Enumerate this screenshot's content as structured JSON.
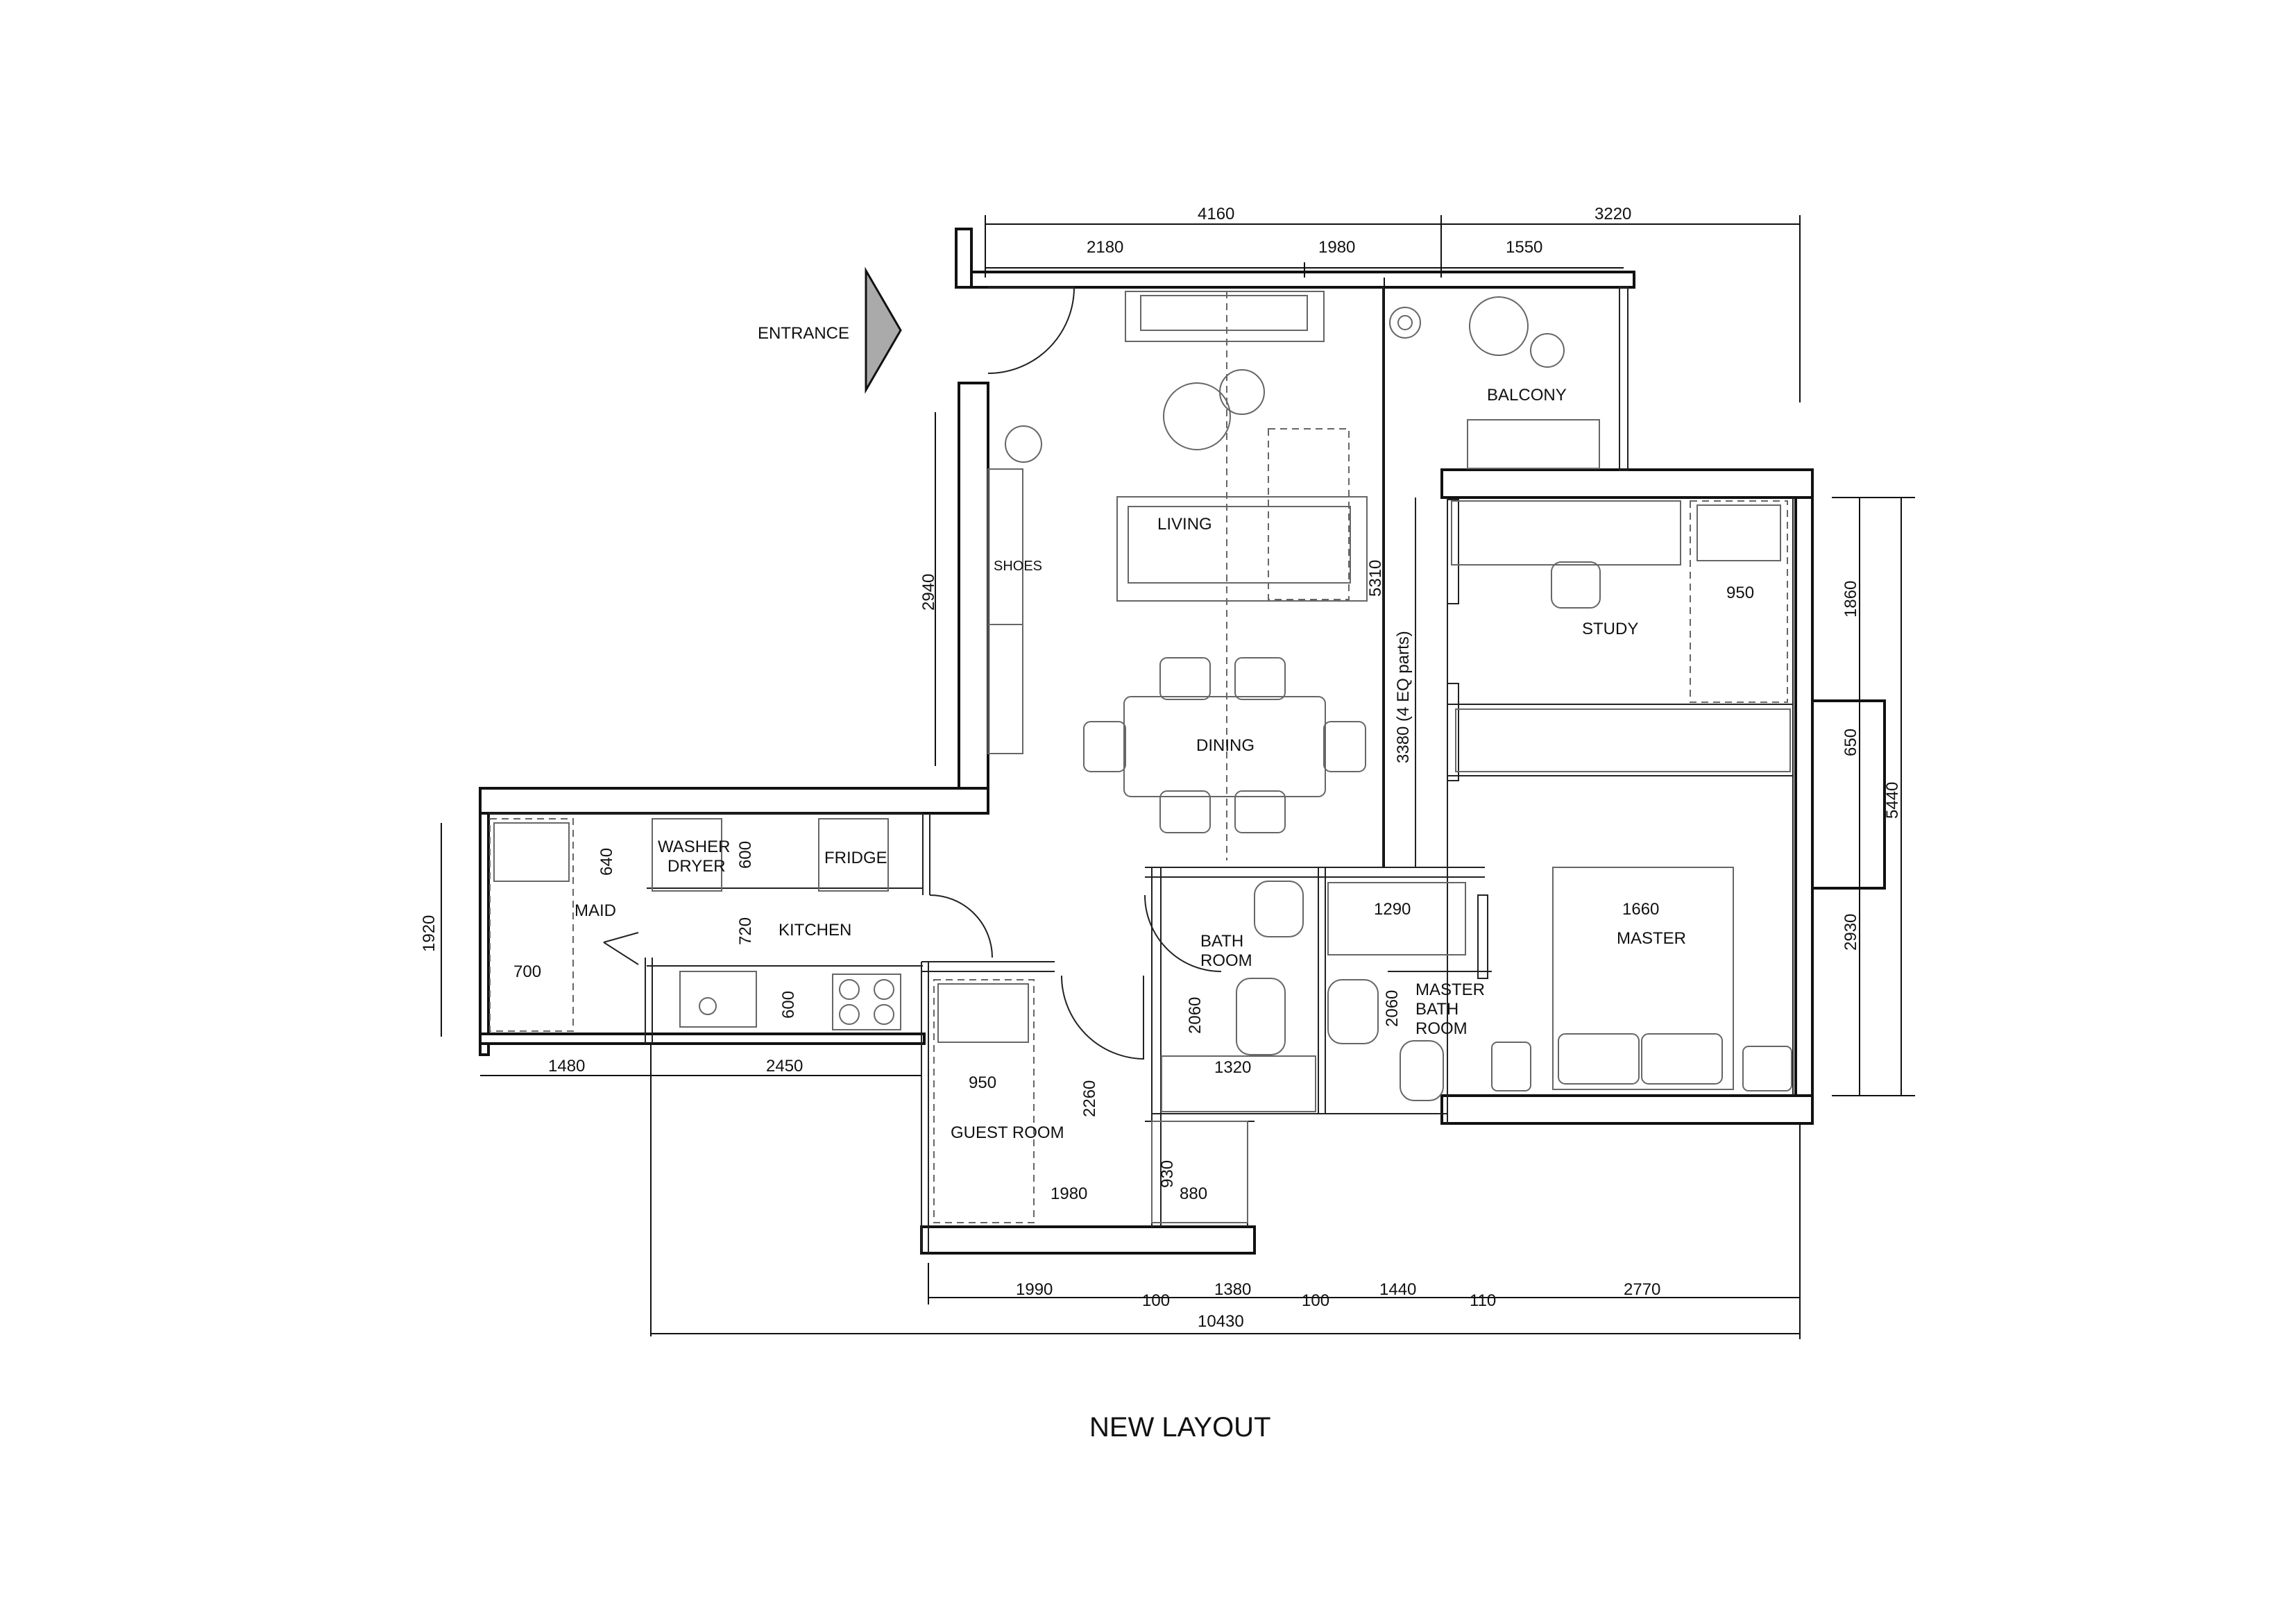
{
  "title": "NEW LAYOUT",
  "entrance_label": "ENTRANCE",
  "rooms": {
    "balcony": "BALCONY",
    "living": "LIVING",
    "dining": "DINING",
    "shoes": "SHOES",
    "study": "STUDY",
    "master": "MASTER",
    "master_bath_1": "MASTER",
    "master_bath_2": "BATH",
    "master_bath_3": "ROOM",
    "bath_1": "BATH",
    "bath_2": "ROOM",
    "guest_room": "GUEST ROOM",
    "kitchen": "KITCHEN",
    "maid": "MAID",
    "washer_1": "WASHER",
    "washer_2": "DRYER",
    "fridge": "FRIDGE"
  },
  "dimensions": {
    "top_4160": "4160",
    "top_3220": "3220",
    "top_2180": "2180",
    "top_1980": "1980",
    "top_1550": "1550",
    "left_2940": "2940",
    "mid_5310": "5310",
    "mid_3380": "3380 (4 EQ parts)",
    "right_1860": "1860",
    "right_650": "650",
    "right_2930": "2930",
    "right_5440": "5440",
    "study_950": "950",
    "master_1660": "1660",
    "mbath_1290": "1290",
    "mbath_2060": "2060",
    "bath_2060": "2060",
    "bath_1320": "1320",
    "guest_2260": "2260",
    "guest_950": "950",
    "guest_1980": "1980",
    "store_930": "930",
    "store_880": "880",
    "maid_1920": "1920",
    "maid_700": "700",
    "kitchen_640": "640",
    "kitchen_600a": "600",
    "kitchen_720": "720",
    "kitchen_600b": "600",
    "bottom_1480": "1480",
    "bottom_2450": "2450",
    "b_1990": "1990",
    "b_100a": "100",
    "b_1380": "1380",
    "b_100b": "100",
    "b_1440": "1440",
    "b_110": "110",
    "b_2770": "2770",
    "total_10430": "10430"
  }
}
